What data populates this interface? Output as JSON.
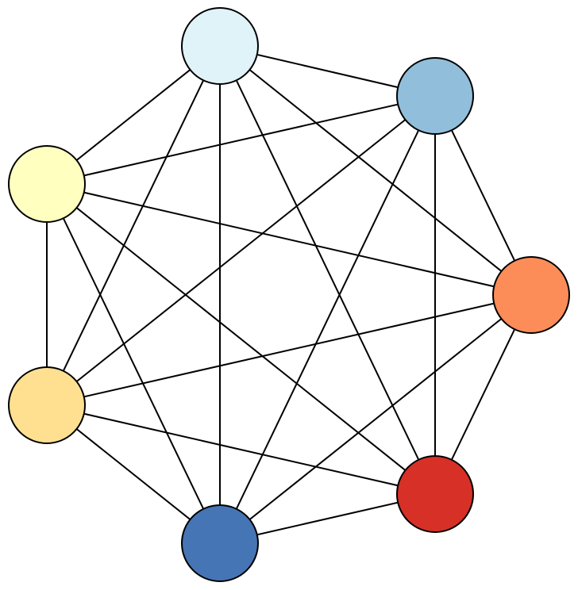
{
  "graph": {
    "type": "complete-graph",
    "nodes": [
      {
        "id": "n1",
        "color": "#e0f3f8"
      },
      {
        "id": "n2",
        "color": "#91bfdb"
      },
      {
        "id": "n3",
        "color": "#fc8d59"
      },
      {
        "id": "n4",
        "color": "#d73027"
      },
      {
        "id": "n5",
        "color": "#4575b4"
      },
      {
        "id": "n6",
        "color": "#fee090"
      },
      {
        "id": "n7",
        "color": "#ffffbf"
      }
    ],
    "edges": [
      [
        "n1",
        "n2"
      ],
      [
        "n1",
        "n3"
      ],
      [
        "n1",
        "n4"
      ],
      [
        "n1",
        "n5"
      ],
      [
        "n1",
        "n6"
      ],
      [
        "n1",
        "n7"
      ],
      [
        "n2",
        "n3"
      ],
      [
        "n2",
        "n4"
      ],
      [
        "n2",
        "n5"
      ],
      [
        "n2",
        "n6"
      ],
      [
        "n2",
        "n7"
      ],
      [
        "n3",
        "n4"
      ],
      [
        "n3",
        "n5"
      ],
      [
        "n3",
        "n6"
      ],
      [
        "n3",
        "n7"
      ],
      [
        "n4",
        "n5"
      ],
      [
        "n4",
        "n6"
      ],
      [
        "n4",
        "n7"
      ],
      [
        "n5",
        "n6"
      ],
      [
        "n5",
        "n7"
      ],
      [
        "n6",
        "n7"
      ]
    ]
  }
}
